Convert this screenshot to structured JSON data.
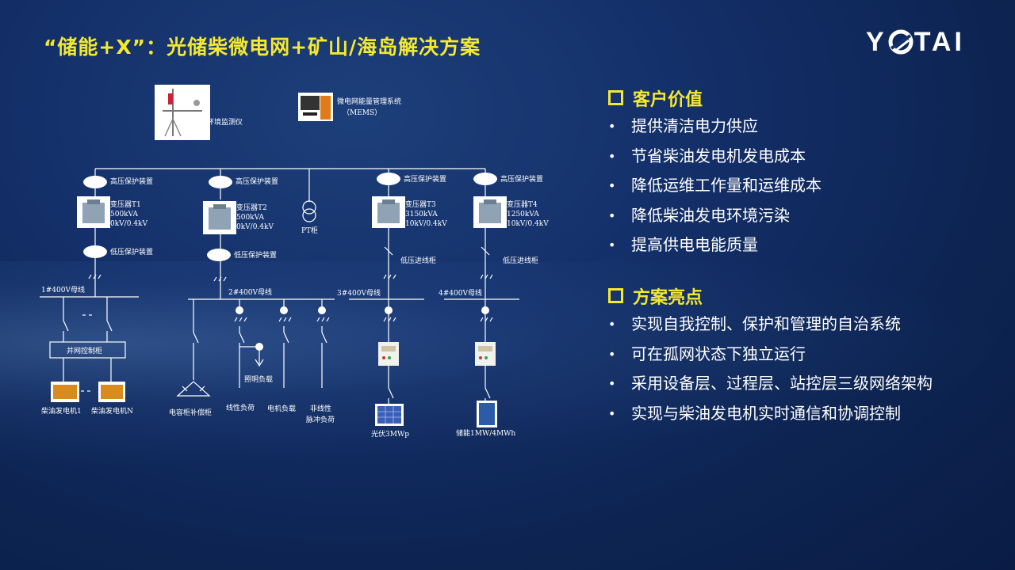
{
  "header": {
    "title": "“储能+X”：光储柴微电网+矿山/海岛解决方案",
    "logo_text": "YOTAI"
  },
  "diagram": {
    "env_monitor": "环境监测仪",
    "mems_name": "微电网能量管理系统",
    "mems_abbr": "（MEMS）",
    "hv_protection": "高压保护装置",
    "lv_protection": "低压保护装置",
    "lv_incoming": "低压进线柜",
    "pt_cabinet": "PT柜",
    "transformers": [
      {
        "name": "变压器T1",
        "capacity": "500kVA",
        "ratio": "0kV/0.4kV"
      },
      {
        "name": "变压器T2",
        "capacity": "500kVA",
        "ratio": "0kV/0.4kV"
      },
      {
        "name": "变压器T3",
        "capacity": "3150kVA",
        "ratio": "10kV/0.4kV"
      },
      {
        "name": "变压器T4",
        "capacity": "1250kVA",
        "ratio": "10kV/0.4kV"
      }
    ],
    "busbars": [
      "1#400V母线",
      "2#400V母线",
      "3#400V母线",
      "4#400V母线"
    ],
    "grid_control": "并网控制柜",
    "diesel_1": "柴油发电机1",
    "diesel_n": "柴油发电机N",
    "capacitor": "电容柜补偿柜",
    "lighting": "照明负载",
    "linear": "线性负荷",
    "motor": "电机负载",
    "nonlinear_1": "非线性",
    "nonlinear_2": "脉冲负荷",
    "pv": "光伏3MWp",
    "storage": "储能1MW/4MWh"
  },
  "value_section": {
    "title": "客户价值",
    "items": [
      "提供清洁电力供应",
      "节省柴油发电机发电成本",
      "降低运维工作量和运维成本",
      "降低柴油发电环境污染",
      "提高供电电能质量"
    ]
  },
  "highlight_section": {
    "title": "方案亮点",
    "items": [
      "实现自我控制、保护和管理的自治系统",
      "可在孤网状态下独立运行",
      "采用设备层、过程层、站控层三级网络架构",
      "实现与柴油发电机实时通信和协调控制"
    ]
  },
  "colors": {
    "title": "#f5e92e",
    "text": "#ffffff",
    "background": "#14306a"
  }
}
